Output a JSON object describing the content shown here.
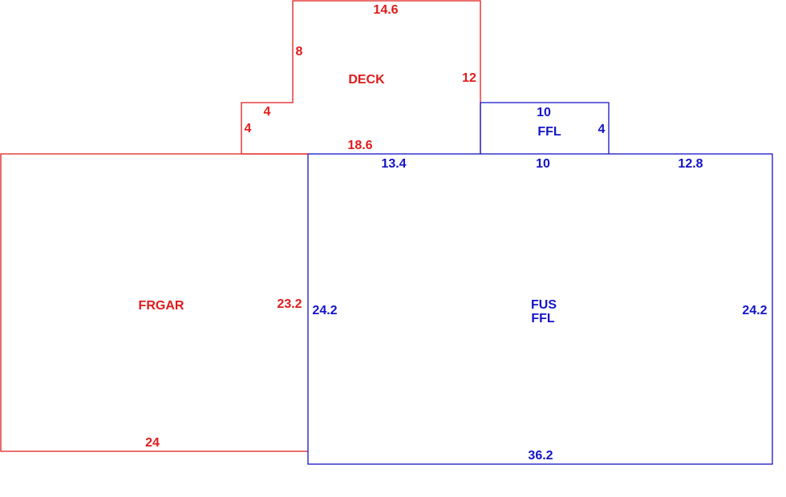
{
  "colors": {
    "red": "#e01b1b",
    "blue": "#1414c8",
    "background": "#ffffff"
  },
  "deck": {
    "name": "DECK",
    "dims": {
      "top": "14.6",
      "left_upper": "8",
      "step": "4",
      "left_lower": "4",
      "right": "12",
      "bottom": "18.6"
    }
  },
  "ffl_small": {
    "name": "FFL",
    "dims": {
      "top": "10",
      "right": "4",
      "bottom": "10"
    }
  },
  "frgar": {
    "name": "FRGAR",
    "dims": {
      "right": "23.2",
      "bottom": "24"
    }
  },
  "fus": {
    "name_line1": "FUS",
    "name_line2": "FFL",
    "dims": {
      "top_left": "13.4",
      "top_right": "12.8",
      "left": "24.2",
      "right": "24.2",
      "bottom": "36.2"
    }
  }
}
